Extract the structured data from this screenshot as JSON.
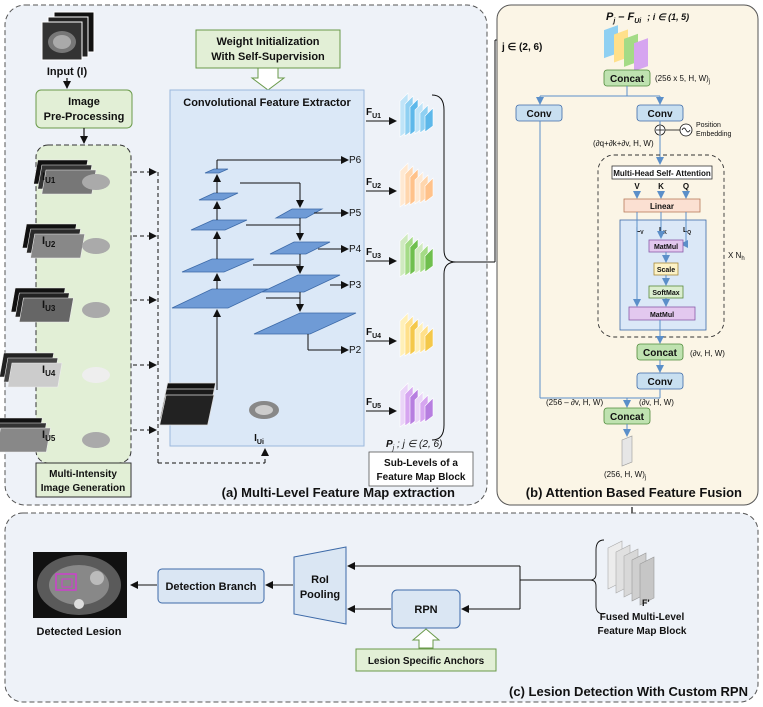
{
  "panel_a": {
    "caption": "(a) Multi-Level Feature Map extraction",
    "input_label": "Input (I)",
    "preprocess_label": "Image Pre-Processing",
    "preprocess_line1": "Image",
    "preprocess_line2": "Pre-Processing",
    "weight_init_line1": "Weight Initialization",
    "weight_init_line2": "With Self-Supervision",
    "extractor_title": "Convolutional Feature Extractor",
    "multi_intensity_line1": "Multi-Intensity",
    "multi_intensity_line2": "Image Generation",
    "intensity_labels": [
      "I",
      "I",
      "I",
      "I",
      "I"
    ],
    "intensity_subs": [
      "U1",
      "U2",
      "U3",
      "U4",
      "U5"
    ],
    "input_stack_label": "I",
    "input_stack_sub": "Ui",
    "p_levels": [
      "P6",
      "P5",
      "P4",
      "P3",
      "P2"
    ],
    "feature_labels": [
      "F",
      "F",
      "F",
      "F",
      "F"
    ],
    "feature_subs": [
      "U1",
      "U2",
      "U3",
      "U4",
      "U5"
    ],
    "sublevel_line1": "Sub-Levels of a",
    "sublevel_line2": "Feature Map Block",
    "pj_label": "P",
    "pj_sub": "j",
    "pj_rest": " ; j ∈ (2, 6)"
  },
  "panel_b": {
    "caption": "(b) Attention Based Feature Fusion",
    "j_range": "j ∈ (2, 6)",
    "top_label": "P",
    "top_label_sub": "j",
    "top_label_mid": " – F",
    "top_label_sub2": "Ui",
    "top_label_range": "; i ∈ (1, 5)",
    "concat_label": "Concat",
    "concat_dims": "(256 x 5, H, W)",
    "concat_dims_sub": "j",
    "conv_left": "Conv",
    "conv_right": "Conv",
    "position_embedding_line1": "Position",
    "position_embedding_line2": "Embedding",
    "qkv_dims": "(∂q+∂k+∂v, H, W)",
    "mhsa_title": "Multi-Head Self- Attention",
    "v_label": "V",
    "k_label": "K",
    "q_label": "Q",
    "linear_label": "Linear",
    "lv_label": "L",
    "lv_sub": "V",
    "lk_label": "L",
    "lk_sub": "K",
    "lq_label": "L",
    "lq_sub": "Q",
    "matmul_top": "MatMul",
    "scale_label": "Scale",
    "softmax_label": "SoftMax",
    "matmul_bottom": "MatMul",
    "repeat_label": "X N",
    "repeat_sub": "h",
    "concat2_label": "Concat",
    "concat2_dims": "(∂v, H, W)",
    "conv_bottom": "Conv",
    "left_dims": "(256 – ∂v, H, W)",
    "right_dims": "(∂v, H, W)",
    "concat3_label": "Concat",
    "final_dims": "(256, H, W)",
    "final_dims_sub": "j"
  },
  "panel_c": {
    "caption": "(c) Lesion Detection With Custom RPN",
    "detected_lesion": "Detected Lesion",
    "detection_branch": "Detection Branch",
    "roi_line1": "RoI",
    "roi_line2": "Pooling",
    "rpn_label": "RPN",
    "anchors_label": "Lesion Specific Anchors",
    "fused_feature_label": "F'",
    "fused_line1": "Fused Multi-Level",
    "fused_line2": "Feature Map Block"
  },
  "colors": {
    "panel_a_bg": "#eef2f8",
    "panel_b_bg": "#fbf5e6",
    "panel_c_bg": "#eef2f8",
    "green_box": "#e2efd6",
    "blue_box": "#dae6f3",
    "extractor_bg": "#dbe8f7",
    "plane_blue": "#6f9bd6",
    "matmul_purple": "#e3c8ef",
    "linear_peach": "#fbe0d2"
  }
}
